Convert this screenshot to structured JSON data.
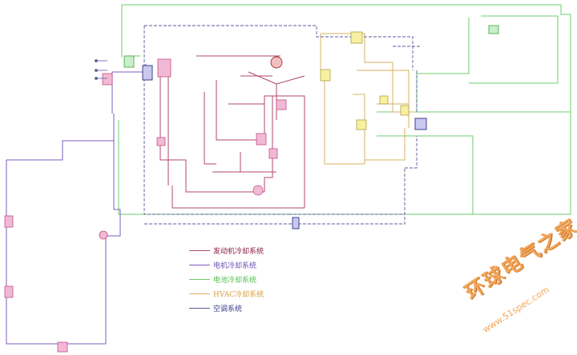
{
  "legend": {
    "items": [
      {
        "label": "发动机冷却系统",
        "color": "#8b1a3c"
      },
      {
        "label": "电机冷却系统",
        "color": "#6a4fb0"
      },
      {
        "label": "电池冷却系统",
        "color": "#4fbf4f"
      },
      {
        "label": "HVAC冷却系统",
        "color": "#d9a140"
      },
      {
        "label": "空调系统",
        "color": "#3c3a8c"
      }
    ]
  },
  "watermark": {
    "title": "环球电气之家",
    "url": "www.51spec.com",
    "color": "#f2a65a"
  },
  "colors": {
    "engine": "#b04a6a",
    "motor": "#7d5cc0",
    "battery": "#6ccf6c",
    "hvac": "#d9b060",
    "ac": "#5a5aa0",
    "component_fill": "#f2b9d4",
    "component_stroke": "#c0508a"
  }
}
